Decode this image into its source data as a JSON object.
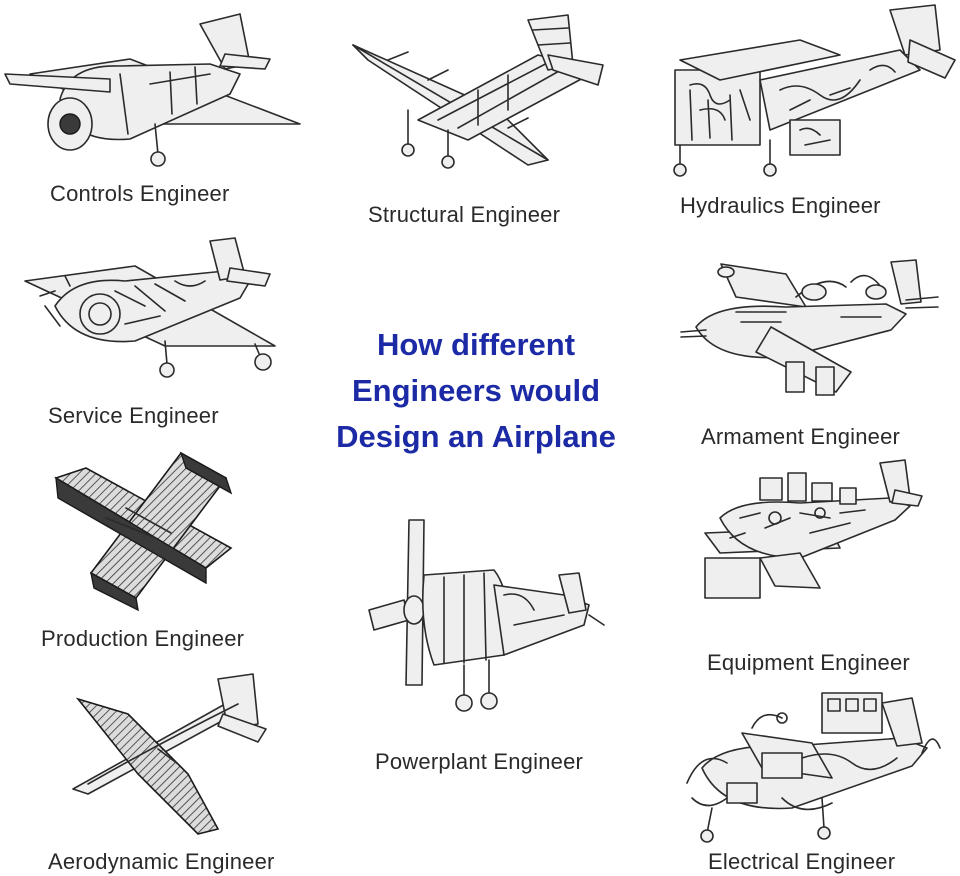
{
  "title": {
    "line1": "How different",
    "line2": "Engineers would",
    "line3": "Design an Airplane"
  },
  "colors": {
    "title": "#1c2aa6",
    "label": "#2a2a2a",
    "background": "#ffffff"
  },
  "labels": {
    "controls": "Controls Engineer",
    "structural": "Structural Engineer",
    "hydraulics": "Hydraulics Engineer",
    "service": "Service Engineer",
    "armament": "Armament Engineer",
    "production": "Production Engineer",
    "equipment": "Equipment Engineer",
    "powerplant": "Powerplant Engineer",
    "aerodynamic": "Aerodynamic Engineer",
    "electrical": "Electrical Engineer"
  },
  "icons": {
    "controls": "propeller-plane-sketch-icon",
    "structural": "truss-frame-plane-icon",
    "hydraulics": "pipework-plane-icon",
    "service": "exposed-parts-plane-icon",
    "armament": "gun-plane-icon",
    "production": "box-cross-plane-icon",
    "equipment": "crowded-equipment-plane-icon",
    "powerplant": "giant-engine-plane-icon",
    "aerodynamic": "streamlined-glider-icon",
    "electrical": "wired-plane-icon"
  }
}
